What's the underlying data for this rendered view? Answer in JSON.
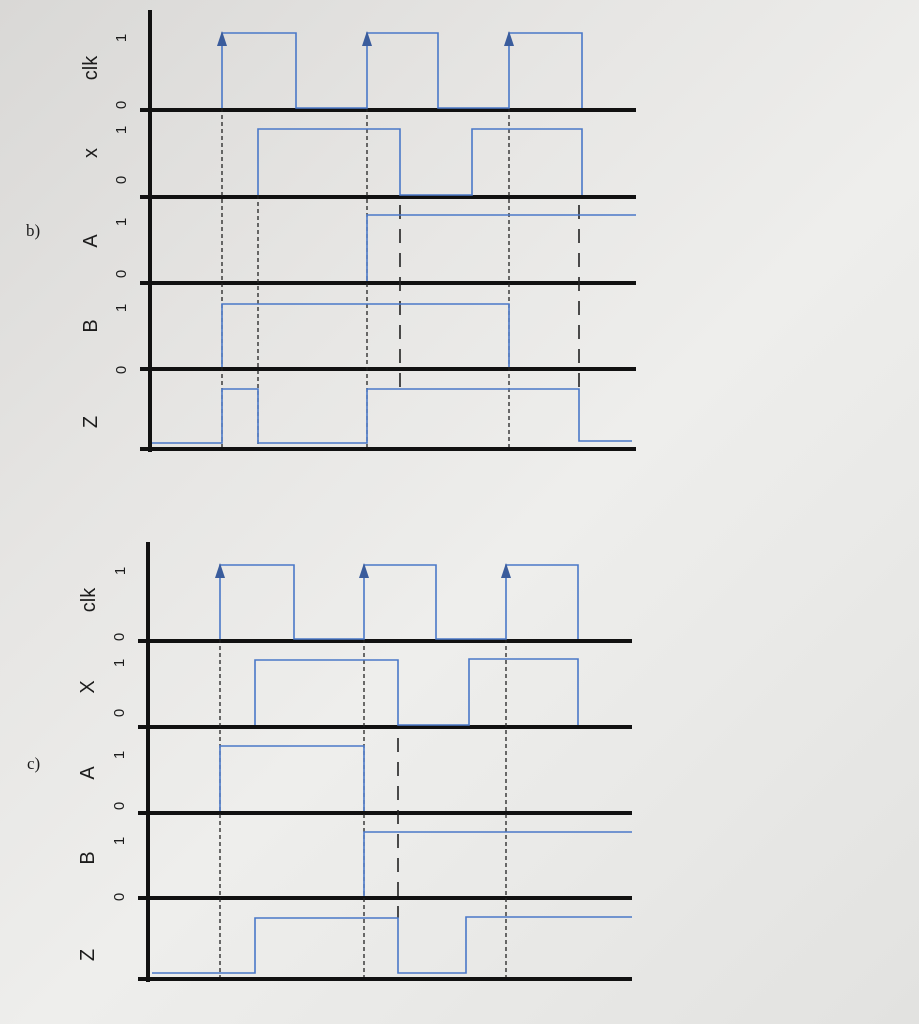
{
  "colors": {
    "axis": "#111111",
    "waveform": "#4a78c8",
    "guide": "#222222",
    "text": "#1c1c1c"
  },
  "diagrams": [
    {
      "part_label": "b)",
      "signals": [
        {
          "name": "clk",
          "high_label": "1",
          "low_label": "0"
        },
        {
          "name": "x",
          "high_label": "1",
          "low_label": "0"
        },
        {
          "name": "A",
          "high_label": "1",
          "low_label": "0"
        },
        {
          "name": "B",
          "high_label": "1",
          "low_label": "0"
        },
        {
          "name": "Z",
          "high_label": "",
          "low_label": ""
        }
      ]
    },
    {
      "part_label": "c)",
      "signals": [
        {
          "name": "clk",
          "high_label": "1",
          "low_label": "0"
        },
        {
          "name": "X",
          "high_label": "1",
          "low_label": "0"
        },
        {
          "name": "A",
          "high_label": "1",
          "low_label": "0"
        },
        {
          "name": "B",
          "high_label": "1",
          "low_label": "0"
        },
        {
          "name": "Z",
          "high_label": "",
          "low_label": ""
        }
      ]
    }
  ]
}
